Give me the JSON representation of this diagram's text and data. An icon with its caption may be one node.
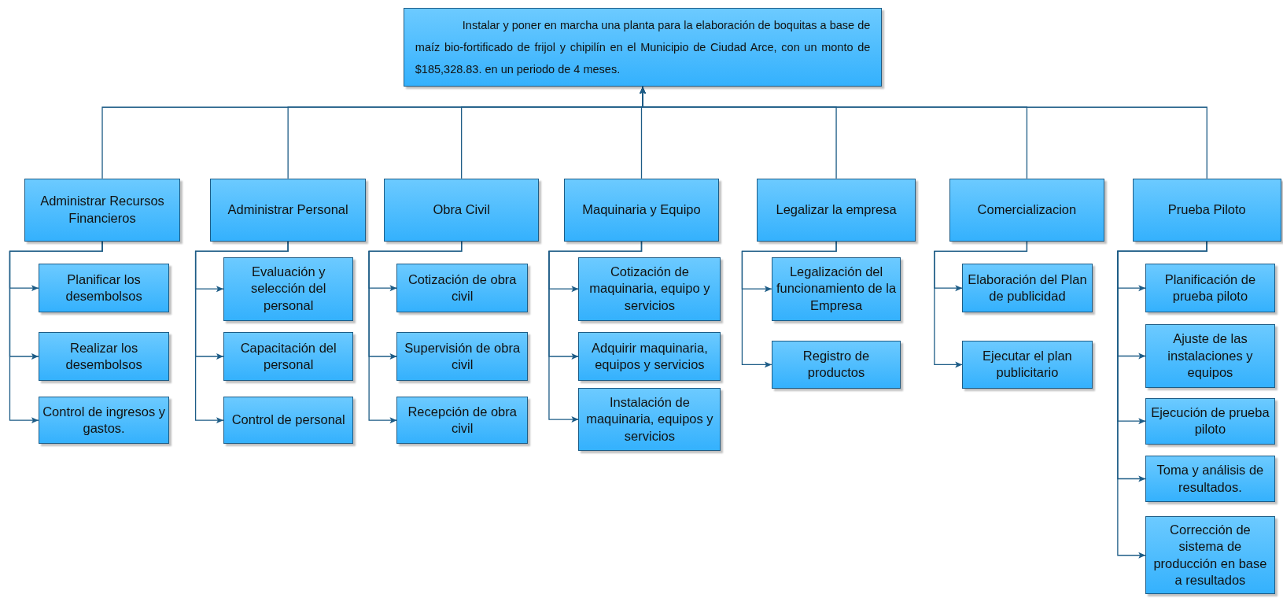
{
  "diagram": {
    "nodes": [
      {
        "text": [
          "Instalar y poner en marcha una planta para la elaboración de boquitas a base de maíz bio-fortificado de frijol y chipilín en el Municipio de Ciudad Arce, con un monto de $185,328.83. en un periodo de 4 meses."
        ]
      },
      {
        "text": [
          "Administrar Recursos Financieros"
        ]
      },
      {
        "text": [
          "Administrar Personal"
        ]
      },
      {
        "text": [
          "Obra Civil"
        ]
      },
      {
        "text": [
          "Maquinaria y Equipo"
        ]
      },
      {
        "text": [
          "Legalizar la empresa"
        ]
      },
      {
        "text": [
          "Comercializacion"
        ]
      },
      {
        "text": [
          "Prueba Piloto"
        ]
      },
      {
        "text": [
          "Planificar los desembolsos"
        ]
      },
      {
        "text": [
          "Realizar los desembolsos"
        ]
      },
      {
        "text": [
          "Control de ingresos y gastos."
        ]
      },
      {
        "text": [
          "Evaluación y selección del personal"
        ]
      },
      {
        "text": [
          "Capacitación del personal"
        ]
      },
      {
        "text": [
          "Control de personal"
        ]
      },
      {
        "text": [
          "Cotización de obra civil"
        ]
      },
      {
        "text": [
          "Supervisión de obra civil"
        ]
      },
      {
        "text": [
          "Recepción de obra civil"
        ]
      },
      {
        "text": [
          "Cotización de maquinaria, equipo y servicios"
        ]
      },
      {
        "text": [
          "Adquirir maquinaria, equipos y servicios"
        ]
      },
      {
        "text": [
          "Instalación de maquinaria, equipos y servicios"
        ]
      },
      {
        "text": [
          "Legalización del funcionamiento de la Empresa"
        ]
      },
      {
        "text": [
          "Registro de productos"
        ]
      },
      {
        "text": [
          "Elaboración del Plan de publicidad"
        ]
      },
      {
        "text": [
          "Ejecutar el plan publicitario"
        ]
      },
      {
        "text": [
          "Planificación de prueba piloto"
        ]
      },
      {
        "text": [
          "Ajuste de las instalaciones y equipos"
        ]
      },
      {
        "text": [
          "Ejecución de prueba piloto"
        ]
      },
      {
        "text": [
          "Toma y análisis de resultados."
        ]
      },
      {
        "text": [
          "Corrección de sistema de producción en base a resultados"
        ]
      }
    ],
    "edges": [
      {
        "from": 1,
        "to": 0,
        "arrow": "to"
      },
      {
        "from": 2,
        "to": 0,
        "arrow": "to"
      },
      {
        "from": 3,
        "to": 0,
        "arrow": "to"
      },
      {
        "from": 4,
        "to": 0,
        "arrow": "to"
      },
      {
        "from": 5,
        "to": 0,
        "arrow": "to"
      },
      {
        "from": 6,
        "to": 0,
        "arrow": "to"
      },
      {
        "from": 7,
        "to": 0,
        "arrow": "to"
      },
      {
        "from": 1,
        "to": 8,
        "arrow": "to"
      },
      {
        "from": 1,
        "to": 9,
        "arrow": "to"
      },
      {
        "from": 1,
        "to": 10,
        "arrow": "to"
      },
      {
        "from": 2,
        "to": 11,
        "arrow": "to"
      },
      {
        "from": 2,
        "to": 12,
        "arrow": "to"
      },
      {
        "from": 2,
        "to": 13,
        "arrow": "to"
      },
      {
        "from": 3,
        "to": 14,
        "arrow": "to"
      },
      {
        "from": 3,
        "to": 15,
        "arrow": "to"
      },
      {
        "from": 3,
        "to": 16,
        "arrow": "to"
      },
      {
        "from": 4,
        "to": 17,
        "arrow": "to"
      },
      {
        "from": 4,
        "to": 18,
        "arrow": "to"
      },
      {
        "from": 4,
        "to": 19,
        "arrow": "to"
      },
      {
        "from": 5,
        "to": 20,
        "arrow": "to"
      },
      {
        "from": 5,
        "to": 21,
        "arrow": "to"
      },
      {
        "from": 6,
        "to": 22,
        "arrow": "to"
      },
      {
        "from": 6,
        "to": 23,
        "arrow": "to"
      },
      {
        "from": 7,
        "to": 24,
        "arrow": "to"
      },
      {
        "from": 7,
        "to": 25,
        "arrow": "to"
      },
      {
        "from": 7,
        "to": 26,
        "arrow": "to"
      },
      {
        "from": 7,
        "to": 27,
        "arrow": "to"
      },
      {
        "from": 7,
        "to": 28,
        "arrow": "to"
      }
    ]
  }
}
